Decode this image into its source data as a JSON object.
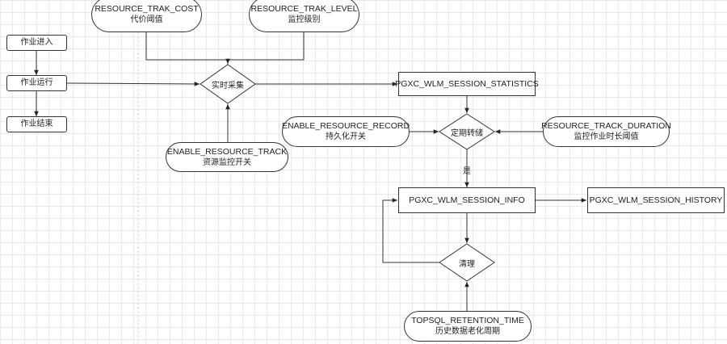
{
  "nodes": {
    "job_enter": "作业进入",
    "job_run": "作业运行",
    "job_end": "作业结束",
    "cost": {
      "title": "RESOURCE_TRAK_COST",
      "sub": "代价阈值"
    },
    "level": {
      "title": "RESOURCE_TRAK_LEVEL",
      "sub": "监控级别"
    },
    "realtime": "实时采集",
    "enable_track": {
      "title": "ENABLE_RESOURCE_TRACK",
      "sub": "资源监控开关"
    },
    "statistics": "PGXC_WLM_SESSION_STATISTICS",
    "enable_record": {
      "title": "ENABLE_RESOURCE_RECORD",
      "sub": "持久化开关"
    },
    "dump": "定期转储",
    "duration": {
      "title": "RESOURCE_TRACK_DURATION",
      "sub": "监控作业时长阈值"
    },
    "info": "PGXC_WLM_SESSION_INFO",
    "history": "PGXC_WLM_SESSION_HISTORY",
    "cleanup": "清理",
    "retention": {
      "title": "TOPSQL_RETENTION_TIME",
      "sub": "历史数据老化周期"
    }
  },
  "edge_labels": {
    "yes": "是"
  },
  "colors": {
    "line": "#333333",
    "grid": "#e9e9e9",
    "divider": "#cccccc"
  }
}
